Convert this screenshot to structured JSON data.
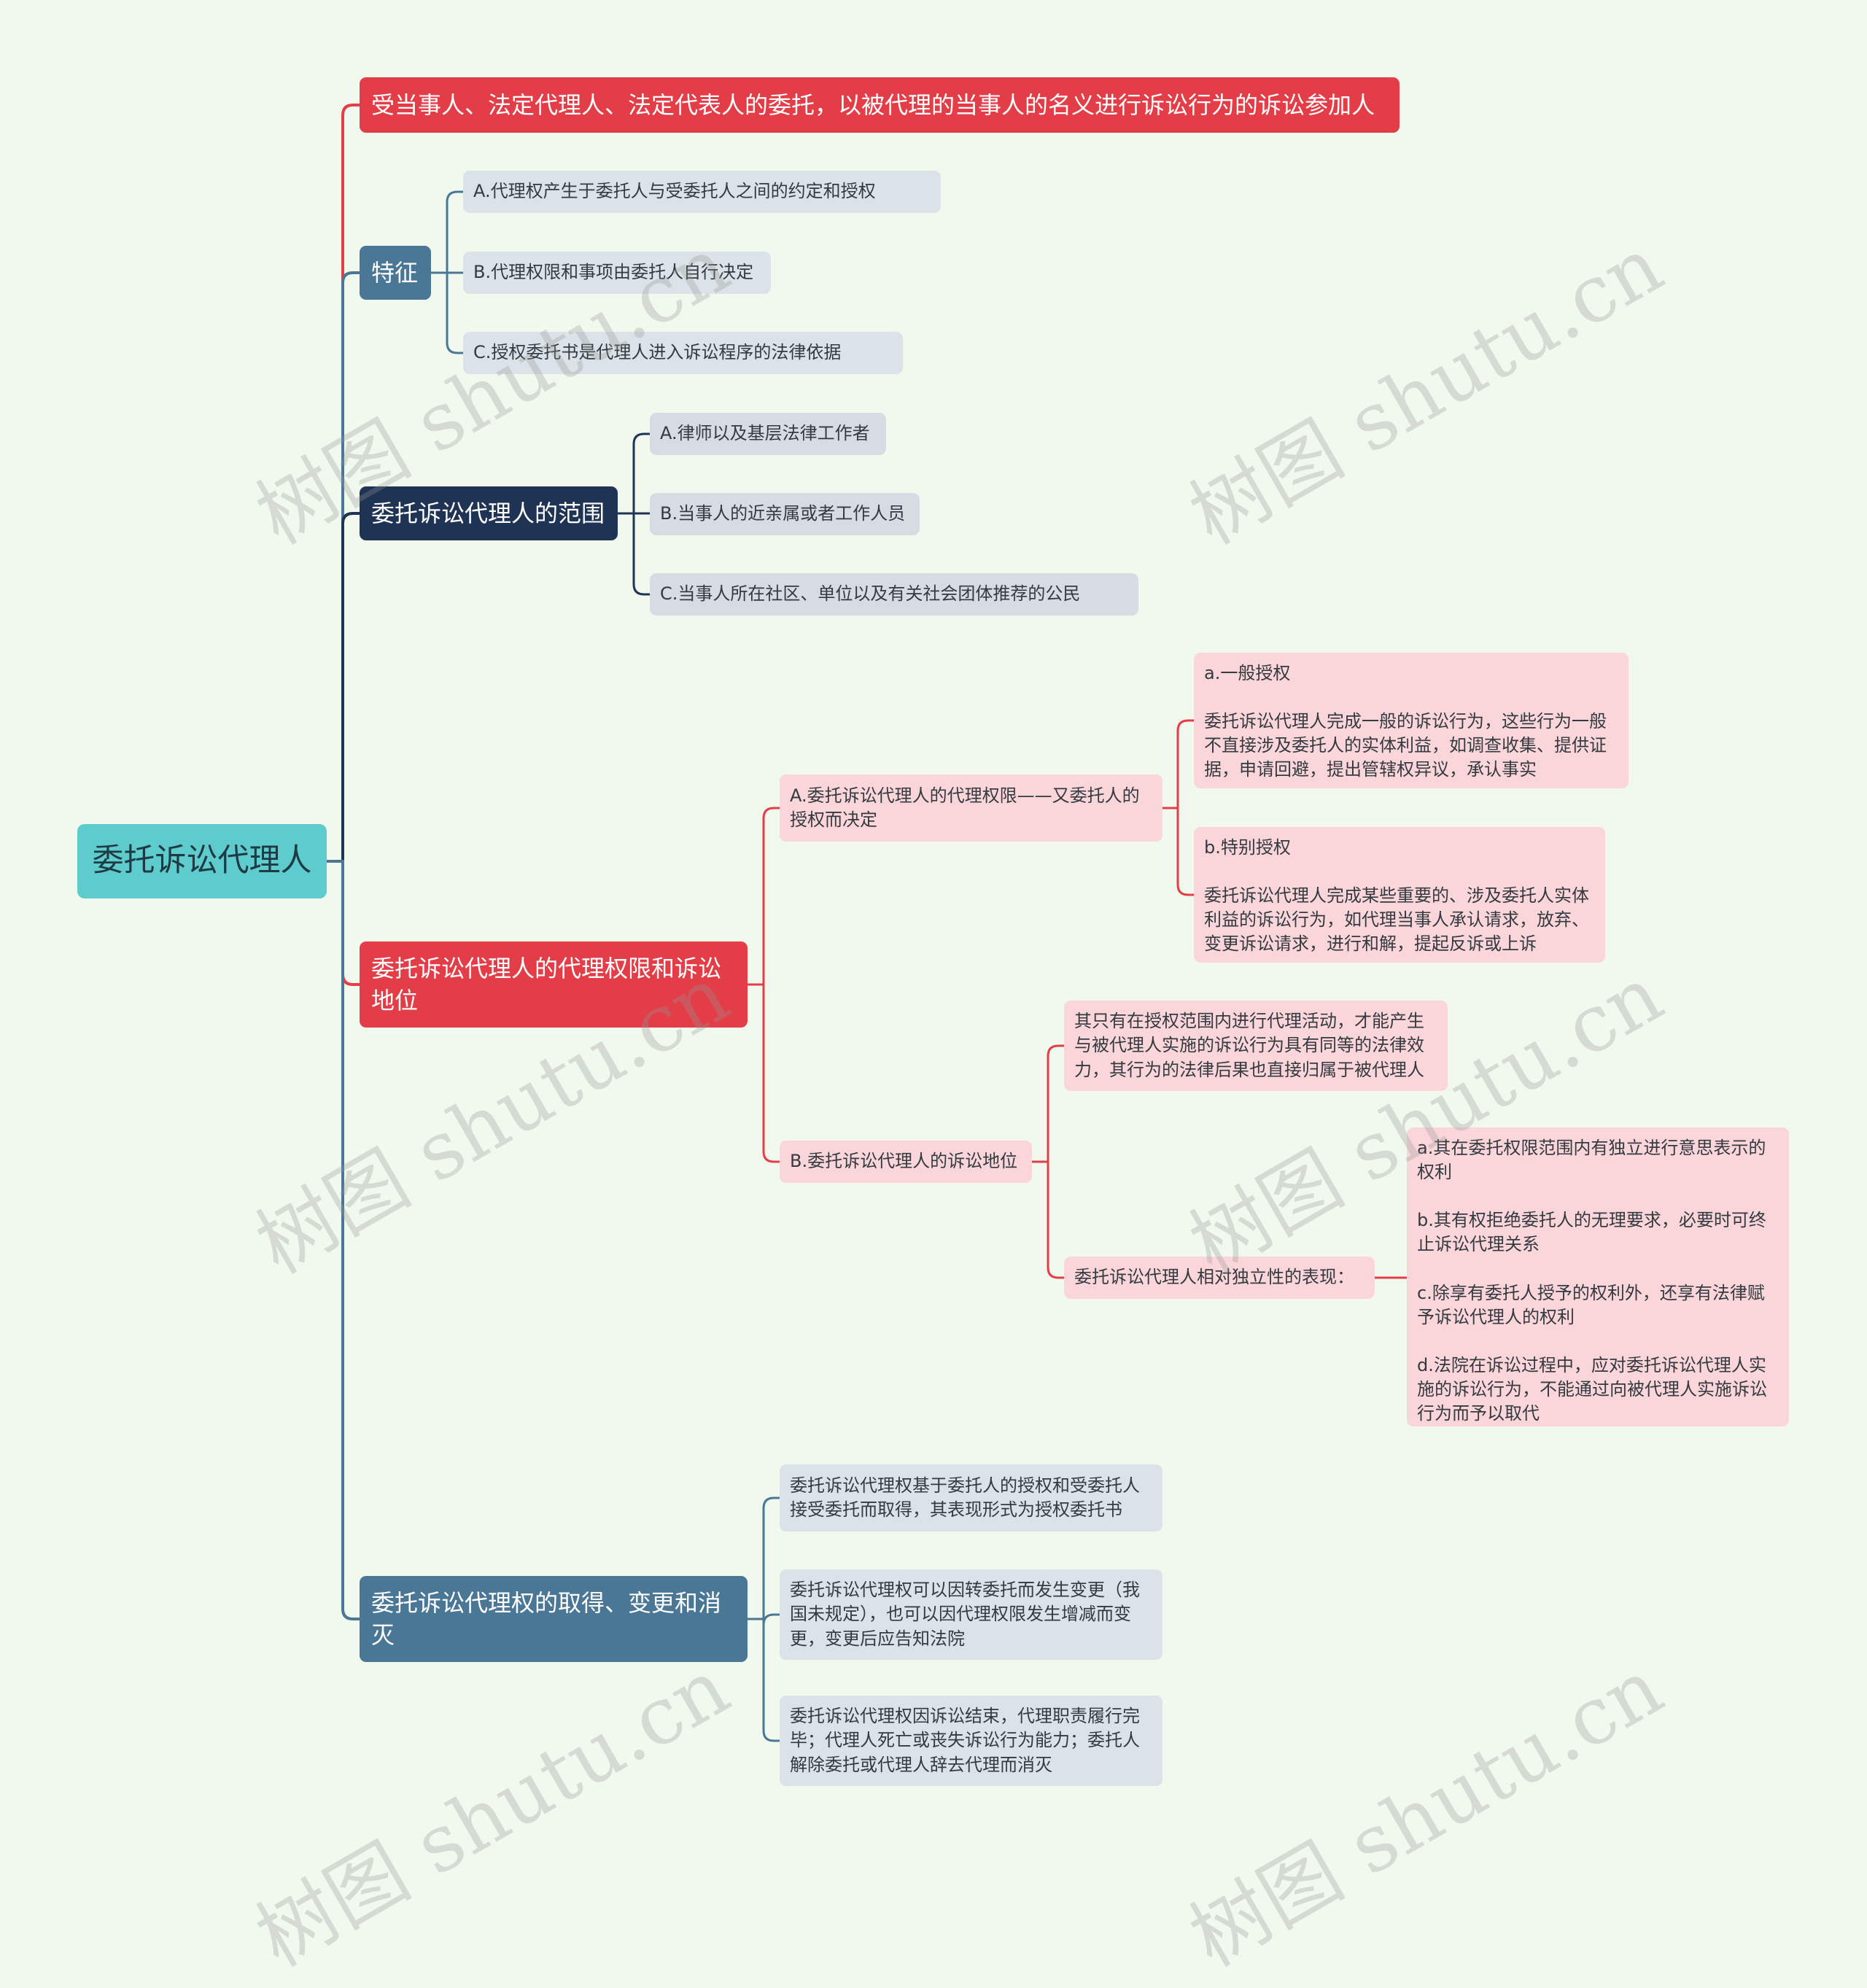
{
  "root": {
    "label": "委托诉讼代理人"
  },
  "definition": {
    "label": "受当事人、法定代理人、法定代表人的委托，以被代理的当事人的名义进行诉讼行为的诉讼参加人"
  },
  "features": {
    "label": "特征",
    "items": [
      "A.代理权产生于委托人与受委托人之间的约定和授权",
      "B.代理权限和事项由委托人自行决定",
      "C.授权委托书是代理人进入诉讼程序的法律依据"
    ]
  },
  "scope": {
    "label": "委托诉讼代理人的范围",
    "items": [
      "A.律师以及基层法律工作者",
      "B.当事人的近亲属或者工作人员",
      "C.当事人所在社区、单位以及有关社会团体推荐的公民"
    ]
  },
  "authority": {
    "label": "委托诉讼代理人的代理权限和诉讼地位",
    "limits": {
      "label": "A.委托诉讼代理人的代理权限——又委托人的授权而决定",
      "general": "a.一般授权\n\n委托诉讼代理人完成一般的诉讼行为，这些行为一般不直接涉及委托人的实体利益，如调查收集、提供证据，申请回避，提出管辖权异议，承认事实",
      "special": "b.特别授权\n\n委托诉讼代理人完成某些重要的、涉及委托人实体利益的诉讼行为，如代理当事人承认请求，放弃、变更诉讼请求，进行和解，提起反诉或上诉"
    },
    "status": {
      "label": "B.委托诉讼代理人的诉讼地位",
      "effect": "其只有在授权范围内进行代理活动，才能产生与被代理人实施的诉讼行为具有同等的法律效力，其行为的法律后果也直接归属于被代理人",
      "independence": "委托诉讼代理人相对独立性的表现：",
      "independence_items": "a.其在委托权限范围内有独立进行意思表示的权利\n\nb.其有权拒绝委托人的无理要求，必要时可终止诉讼代理关系\n\nc.除享有委托人授予的权利外，还享有法律赋予诉讼代理人的权利\n\nd.法院在诉讼过程中，应对委托诉讼代理人实施的诉讼行为，不能通过向被代理人实施诉讼行为而予以取代"
    }
  },
  "lifecycle": {
    "label": "委托诉讼代理权的取得、变更和消灭",
    "items": [
      "委托诉讼代理权基于委托人的授权和受委托人接受委托而取得，其表现形式为授权委托书",
      "委托诉讼代理权可以因转委托而发生变更（我国未规定），也可以因代理权限发生增减而变更，变更后应告知法院",
      "委托诉讼代理权因诉讼结束，代理职责履行完毕；代理人死亡或丧失诉讼行为能力；委托人解除委托或代理人辞去代理而消灭"
    ]
  },
  "watermark": "树图 shutu.cn",
  "colors": {
    "background": "#f1f9ef",
    "root": "#5ecbcc",
    "red": "#e33d48",
    "steel": "#4a7796",
    "navy": "#1f3354",
    "gray_node": "#dce3e8",
    "pink_node": "#fad6da"
  }
}
